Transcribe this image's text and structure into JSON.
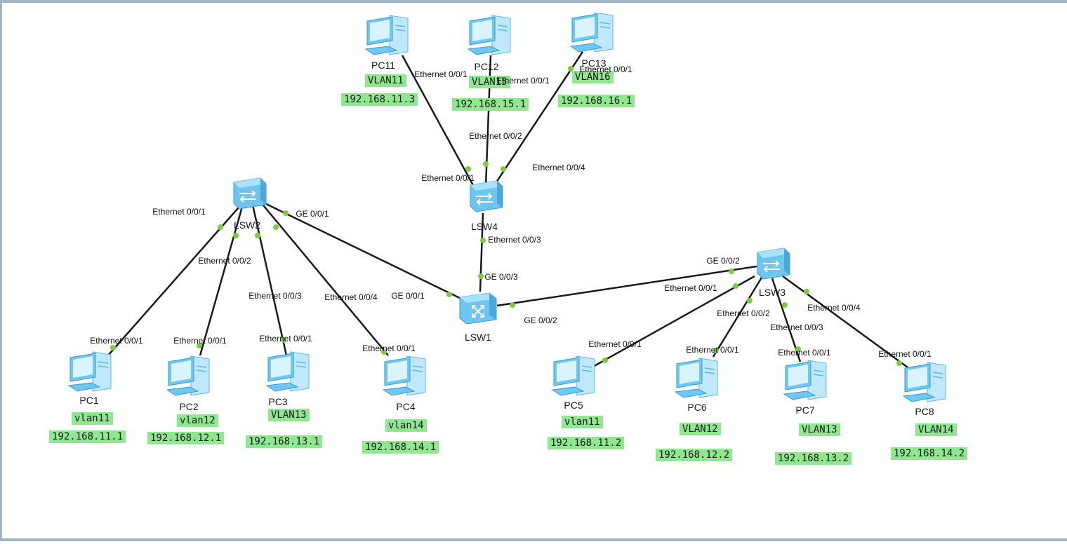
{
  "topology": {
    "switches": [
      {
        "name": "LSW1",
        "kind": "router-switch"
      },
      {
        "name": "LSW2",
        "kind": "switch"
      },
      {
        "name": "LSW3",
        "kind": "switch"
      },
      {
        "name": "LSW4",
        "kind": "switch"
      }
    ],
    "pcs": [
      {
        "name": "PC1",
        "vlan": "vlan11",
        "ip": "192.168.11.1"
      },
      {
        "name": "PC2",
        "vlan": "vlan12",
        "ip": "192.168.12.1"
      },
      {
        "name": "PC3",
        "vlan": "VLAN13",
        "ip": "192.168.13.1"
      },
      {
        "name": "PC4",
        "vlan": "vlan14",
        "ip": "192.168.14.1"
      },
      {
        "name": "PC5",
        "vlan": "vlan11",
        "ip": "192.168.11.2"
      },
      {
        "name": "PC6",
        "vlan": "VLAN12",
        "ip": "192.168.12.2"
      },
      {
        "name": "PC7",
        "vlan": "VLAN13",
        "ip": "192.168.13.2"
      },
      {
        "name": "PC8",
        "vlan": "VLAN14",
        "ip": "192.168.14.2"
      },
      {
        "name": "PC11",
        "vlan": "VLAN11",
        "ip": "192.168.11.3"
      },
      {
        "name": "PC12",
        "vlan": "VLAN15",
        "ip": "192.168.15.1"
      },
      {
        "name": "PC13",
        "vlan": "VLAN16",
        "ip": "192.168.16.1"
      }
    ],
    "ports": {
      "eth1": "Ethernet 0/0/1",
      "eth2": "Ethernet 0/0/2",
      "eth3": "Ethernet 0/0/3",
      "eth4": "Ethernet 0/0/4",
      "ge1": "GE 0/0/1",
      "ge2": "GE 0/0/2",
      "ge3": "GE 0/0/3"
    },
    "link_color": "#1a1a1a",
    "port_dot_color": "#7ccc3f",
    "tag_color": "#8fe88f"
  }
}
